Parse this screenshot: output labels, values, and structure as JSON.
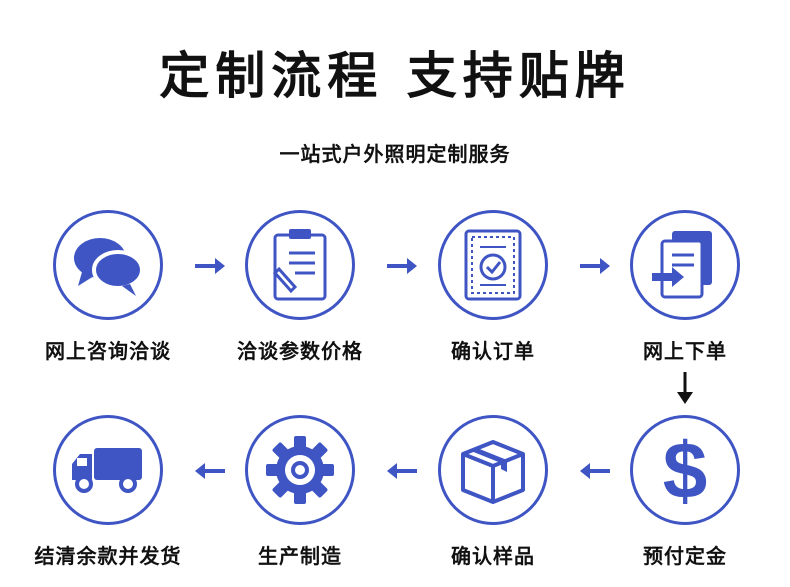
{
  "title": "定制流程 支持贴牌",
  "subtitle": "一站式户外照明定制服务",
  "accent_color": "#3f55c4",
  "steps": [
    {
      "label": "网上咨询洽谈",
      "icon": "chat-bubbles-icon"
    },
    {
      "label": "洽谈参数价格",
      "icon": "clipboard-pen-icon"
    },
    {
      "label": "确认订单",
      "icon": "certificate-check-icon"
    },
    {
      "label": "网上下单",
      "icon": "document-transfer-icon"
    },
    {
      "label": "预付定金",
      "icon": "dollar-icon"
    },
    {
      "label": "确认样品",
      "icon": "package-box-icon"
    },
    {
      "label": "生产制造",
      "icon": "gear-icon"
    },
    {
      "label": "结清余款并发货",
      "icon": "delivery-truck-icon"
    }
  ]
}
